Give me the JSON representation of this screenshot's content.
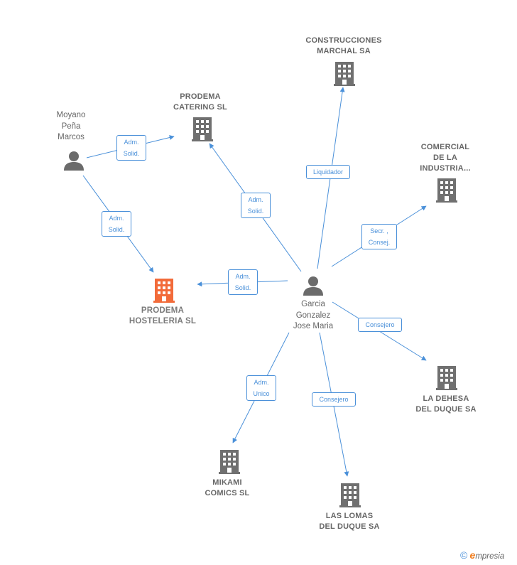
{
  "nodes": {
    "construcciones": {
      "line1": "CONSTRUCCIONES",
      "line2": "MARCHAL SA"
    },
    "prodema_catering": {
      "line1": "PRODEMA",
      "line2": "CATERING SL"
    },
    "comercial": {
      "line1": "COMERCIAL",
      "line2": "DE LA",
      "line3": "INDUSTRIA..."
    },
    "moyano": {
      "line1": "Moyano",
      "line2": "Peña",
      "line3": "Marcos"
    },
    "prodema_hosteleria": {
      "line1": "PRODEMA",
      "line2": "HOSTELERIA SL"
    },
    "garcia": {
      "line1": "Garcia",
      "line2": "Gonzalez",
      "line3": "Jose Maria"
    },
    "dehesa": {
      "line1": "LA DEHESA",
      "line2": "DEL DUQUE SA"
    },
    "mikami": {
      "line1": "MIKAMI",
      "line2": "COMICS SL"
    },
    "lomas": {
      "line1": "LAS LOMAS",
      "line2": "DEL DUQUE SA"
    }
  },
  "edges": {
    "moyano_catering": {
      "line1": "Adm.",
      "line2": "Solid."
    },
    "moyano_hosteleria": {
      "line1": "Adm.",
      "line2": "Solid."
    },
    "garcia_catering": {
      "line1": "Adm.",
      "line2": "Solid."
    },
    "garcia_construcciones": {
      "line1": "Liquidador"
    },
    "garcia_comercial": {
      "line1": "Secr. ,",
      "line2": "Consej."
    },
    "garcia_hosteleria": {
      "line1": "Adm.",
      "line2": "Solid."
    },
    "garcia_dehesa": {
      "line1": "Consejero"
    },
    "garcia_mikami": {
      "line1": "Adm.",
      "line2": "Unico"
    },
    "garcia_lomas": {
      "line1": "Consejero"
    }
  },
  "colors": {
    "edge": "#4a90d9",
    "company_icon": "#707070",
    "focus_icon": "#f26b3a",
    "person_icon": "#6b6b6b"
  },
  "brand": {
    "copyright": "©",
    "initial": "e",
    "name": "mpresia"
  }
}
